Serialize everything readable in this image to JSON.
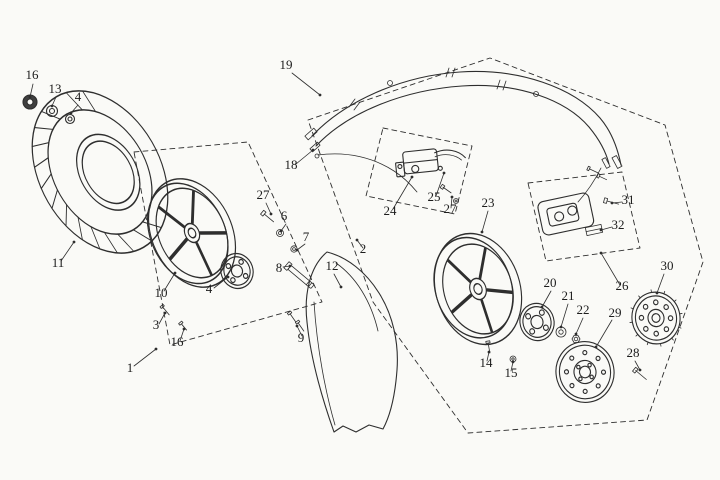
{
  "diagram": {
    "description": "Exploded parts diagram of scooter wheels, brake discs, hub and brake cables with numbered callouts",
    "labels": [
      {
        "text": "16"
      },
      {
        "text": "13"
      },
      {
        "text": "4"
      },
      {
        "text": "19"
      },
      {
        "text": "18"
      },
      {
        "text": "11"
      },
      {
        "text": "10"
      },
      {
        "text": "4"
      },
      {
        "text": "27"
      },
      {
        "text": "6"
      },
      {
        "text": "7"
      },
      {
        "text": "8"
      },
      {
        "text": "3"
      },
      {
        "text": "16"
      },
      {
        "text": "1"
      },
      {
        "text": "9"
      },
      {
        "text": "12"
      },
      {
        "text": "2"
      },
      {
        "text": "24"
      },
      {
        "text": "25"
      },
      {
        "text": "27"
      },
      {
        "text": "23"
      },
      {
        "text": "20"
      },
      {
        "text": "21"
      },
      {
        "text": "22"
      },
      {
        "text": "14"
      },
      {
        "text": "15"
      },
      {
        "text": "29"
      },
      {
        "text": "26"
      },
      {
        "text": "32"
      },
      {
        "text": "31"
      },
      {
        "text": "30"
      },
      {
        "text": "28"
      }
    ],
    "colors": {
      "ink": "#2e2e2e",
      "label": "#1c1c1c",
      "background": "#fafaf7"
    }
  }
}
